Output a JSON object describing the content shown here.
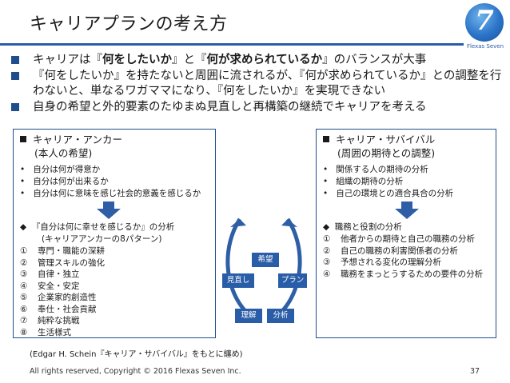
{
  "slide_title": "キャリアプランの考え方",
  "logo": {
    "glyph": "7",
    "text": "Flexas Seven"
  },
  "bullets": [
    {
      "pre": "キャリアは『",
      "b1": "何をしたいか",
      "mid": "』と『",
      "b2": "何が求められているか",
      "post": "』のバランスが大事"
    },
    {
      "line1": "『何をしたいか』を持たないと周囲に流されるが、『何が求められているか』との調整を行",
      "line2": "わないと、単なるワガママになり、『何をしたいか』を実現できない"
    },
    {
      "text": "自身の希望と外的要素のたゆまぬ見直しと再構築の継続でキャリアを考える"
    }
  ],
  "left_panel": {
    "heading1": "キャリア・アンカー",
    "heading2": "(本人の希望)",
    "items": [
      "自分は何が得意か",
      "自分は何が出来るか",
      "自分は何に意味を感じ社会的意義を感じるか"
    ],
    "analysis_title": "『自分は何に幸せを感じるか』の分析",
    "analysis_sub": "(キャリアアンカーの8パターン)",
    "list": [
      {
        "num": "①",
        "text": "専門・職能の深耕"
      },
      {
        "num": "②",
        "text": "管理スキルの強化"
      },
      {
        "num": "③",
        "text": "自律・独立"
      },
      {
        "num": "④",
        "text": "安全・安定"
      },
      {
        "num": "⑤",
        "text": "企業家的創造性"
      },
      {
        "num": "⑥",
        "text": "奉仕・社会貢献"
      },
      {
        "num": "⑦",
        "text": "純粋な挑戦"
      },
      {
        "num": "⑧",
        "text": "生活様式"
      }
    ]
  },
  "right_panel": {
    "heading1": "キャリア・サバイバル",
    "heading2": "(周囲の期待との調整)",
    "items": [
      "関係する人の期待の分析",
      "組織の期待の分析",
      "自己の環境との適合具合の分析"
    ],
    "analysis_title": "職務と役割の分析",
    "list": [
      {
        "num": "①",
        "text": "他者からの期待と自己の職務の分析"
      },
      {
        "num": "②",
        "text": "自己の職務の利害関係者の分析"
      },
      {
        "num": "③",
        "text": "予想される変化の理解分析"
      },
      {
        "num": "④",
        "text": "職務をまっとうするための要件の分析"
      }
    ]
  },
  "cycle": {
    "top": "希望",
    "left": "見直し",
    "right": "プラン",
    "bottom_left": "理解",
    "bottom_right": "分析"
  },
  "source": "(Edgar H. Schein『キャリア・サバイバル』をもとに纏め)",
  "footer": "All rights reserved, Copyright © 2016 Flexas Seven Inc.",
  "page_number": "37",
  "colors": {
    "accent": "#1f4e8c",
    "rule": "#2a5da8",
    "label_fill": "#2a5da8",
    "arrow": "#2e5fa6"
  }
}
